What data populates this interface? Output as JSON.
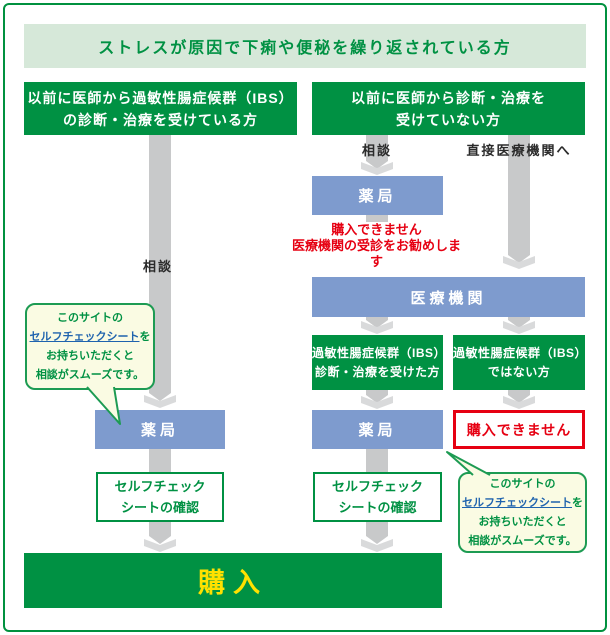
{
  "header": {
    "title": "ストレスが原因で下痢や便秘を繰り返されている方"
  },
  "top_branches": {
    "diagnosed": {
      "line1": "以前に医師から過敏性腸症候群（IBS）",
      "line2": "の診断・治療を受けている方"
    },
    "not_diagnosed": {
      "line1": "以前に医師から診断・治療を",
      "line2": "受けていない方"
    }
  },
  "labels": {
    "consult_left": "相談",
    "consult_mid": "相談",
    "direct": "直接医療機関へ"
  },
  "nodes": {
    "pharmacy": "薬局",
    "medical_institution": "医療機関",
    "ibs_treated": {
      "line1": "過敏性腸症候群（IBS）",
      "line2": "診断・治療を受けた方"
    },
    "ibs_not": {
      "line1": "過敏性腸症候群（IBS）",
      "line2": "ではない方"
    },
    "cannot_purchase": "購入できません",
    "self_check": {
      "line1": "セルフチェック",
      "line2": "シートの確認"
    },
    "purchase": "購入"
  },
  "warnings": {
    "pharmacy_note": {
      "line1": "購入できません",
      "line2": "医療機関の受診をお勧めします"
    }
  },
  "bubble": {
    "line1": "このサイトの",
    "link_text": "セルフチェックシート",
    "after_link": "を",
    "line3": "お持ちいただくと",
    "line4": "相談がスムーズです。"
  },
  "colors": {
    "green": "#009143",
    "light_green": "#d6e8d9",
    "blue": "#7e9bce",
    "red": "#e60012",
    "yellow": "#ffe100",
    "bubble_bg": "#fafbe3",
    "arrow_gray": "#c8c9ca",
    "arrow_chevron": "#d9dadb",
    "link_blue": "#1f63ae"
  }
}
